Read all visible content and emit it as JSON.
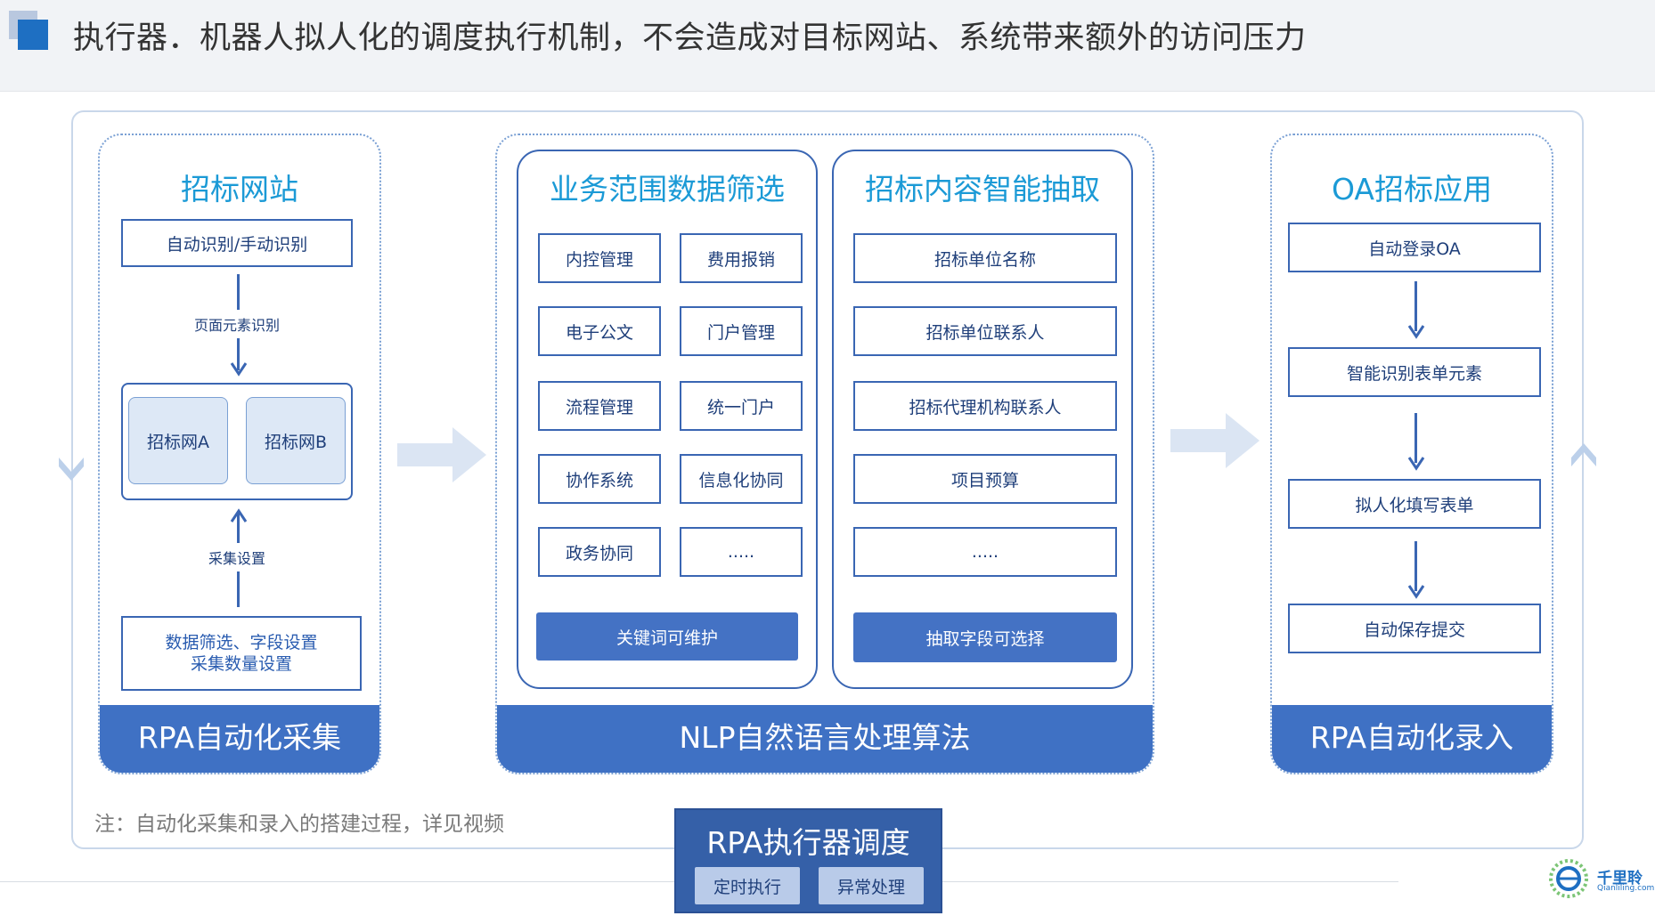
{
  "header": {
    "title": "执行器．机器人拟人化的调度执行机制，不会造成对目标网站、系统带来额外的访问压力"
  },
  "collect": {
    "title": "招标网站",
    "step1": "自动识别/手动识别",
    "arrow1_label": "页面元素识别",
    "site_a": "招标网A",
    "site_b": "招标网B",
    "arrow2_label": "采集设置",
    "settings_line1": "数据筛选、字段设置",
    "settings_line2": "采集数量设置",
    "footer": "RPA自动化采集"
  },
  "nlp": {
    "filter": {
      "title": "业务范围数据筛选",
      "items": [
        "内控管理",
        "费用报销",
        "电子公文",
        "门户管理",
        "流程管理",
        "统一门户",
        "协作系统",
        "信息化协同",
        "政务协同",
        "....."
      ],
      "action": "关键词可维护"
    },
    "extract": {
      "title": "招标内容智能抽取",
      "items": [
        "招标单位名称",
        "招标单位联系人",
        "招标代理机构联系人",
        "项目预算",
        "....."
      ],
      "action": "抽取字段可选择"
    },
    "footer": "NLP自然语言处理算法"
  },
  "oa": {
    "title": "OA招标应用",
    "steps": [
      "自动登录OA",
      "智能识别表单元素",
      "拟人化填写表单",
      "自动保存提交"
    ],
    "footer": "RPA自动化录入"
  },
  "note": "注：自动化采集和录入的搭建过程，详见视频",
  "dispatch": {
    "title": "RPA执行器调度",
    "btn1": "定时执行",
    "btn2": "异常处理"
  },
  "logo": {
    "name": "千里聆",
    "domain": "Qianliling.com"
  },
  "colors": {
    "accent": "#3f71c4",
    "title_blue": "#1b9ad6",
    "box_border": "#3a66b3",
    "arrow_light": "#dbe5f3"
  }
}
